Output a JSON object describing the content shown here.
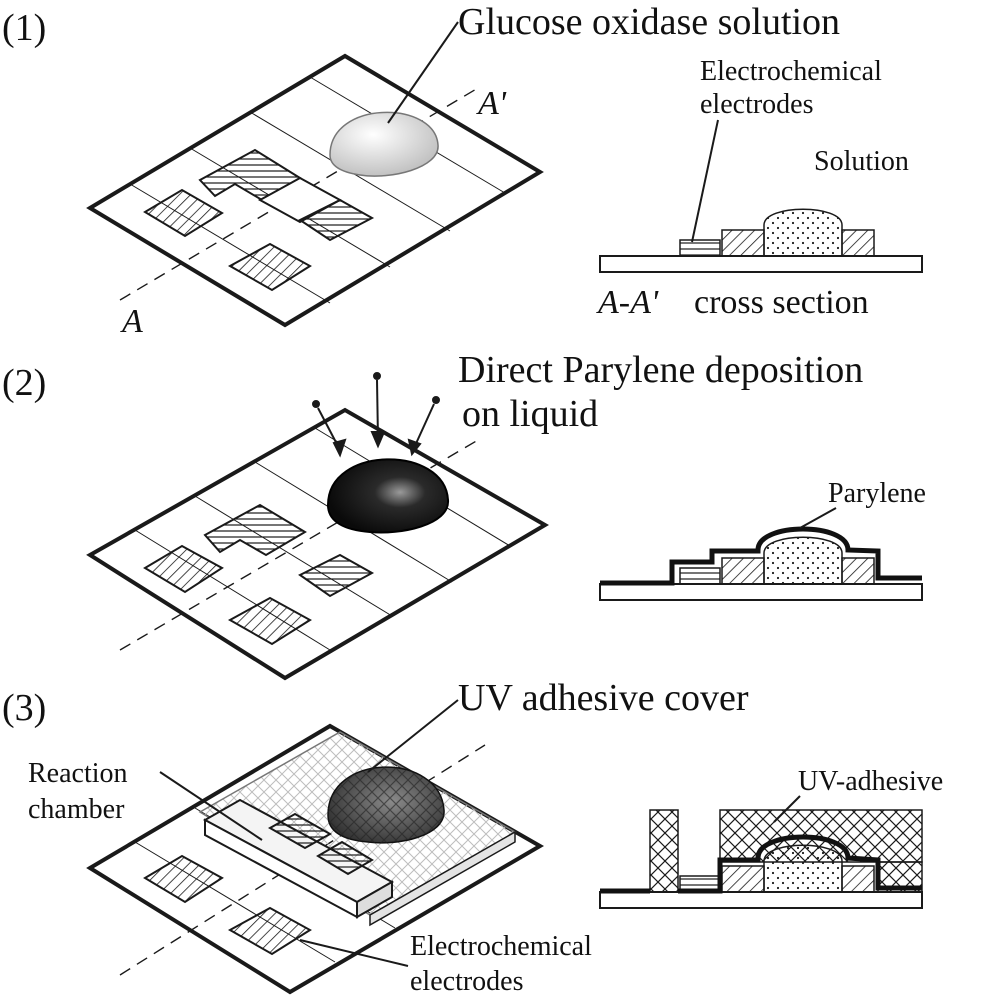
{
  "steps": [
    {
      "number": "(1)",
      "title": "Glucose oxidase solution",
      "section_labels": {
        "electrodes_line1": "Electrochemical",
        "electrodes_line2": "electrodes",
        "solution": "Solution",
        "section_a": "A-A'",
        "section_rest": "cross section"
      },
      "axis_labels": {
        "a": "A",
        "a_prime": "A'"
      }
    },
    {
      "number": "(2)",
      "title_line1": "Direct Parylene deposition",
      "title_line2": "on liquid",
      "section_labels": {
        "parylene": "Parylene"
      }
    },
    {
      "number": "(3)",
      "title": "UV adhesive cover",
      "labels": {
        "reaction_line1": "Reaction",
        "reaction_line2": "chamber",
        "electrodes_line1": "Electrochemical",
        "electrodes_line2": "electrodes",
        "uv_adhesive": "UV-adhesive"
      }
    }
  ],
  "colors": {
    "ink": "#1a1a1a",
    "droplet_step1": "#d8d8d8",
    "droplet_step2": "#111111",
    "droplet_step3": "#444444",
    "cover_fill": "#ebebeb"
  }
}
